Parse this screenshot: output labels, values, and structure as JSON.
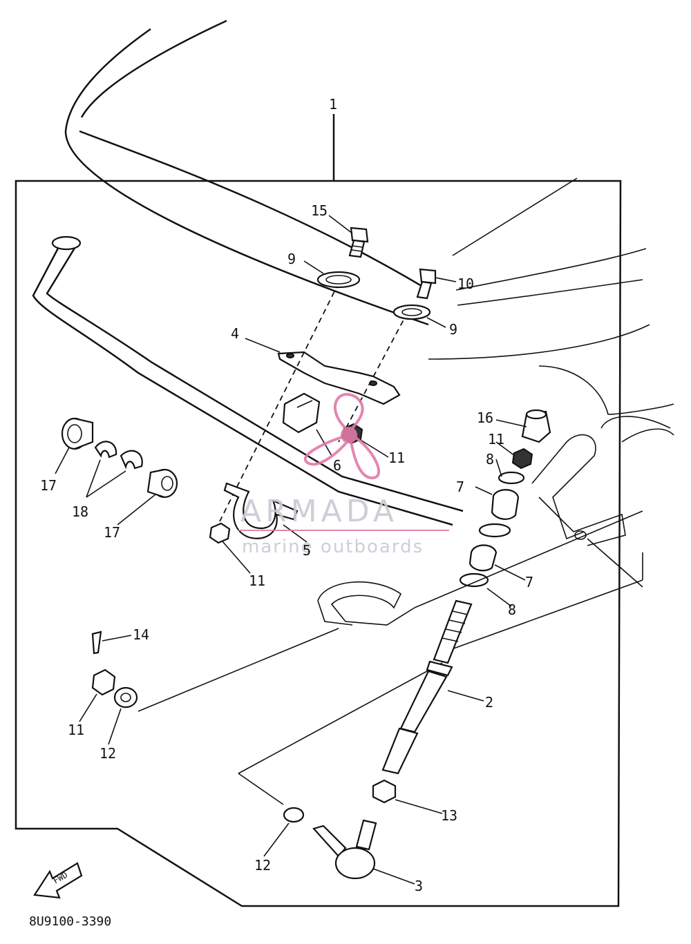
{
  "diagram_code": "8U9100-3390",
  "direction_label": "FWD",
  "watermark": {
    "brand": "ARMADA",
    "tagline": "marine outboards",
    "accent_color": "#e17aa8",
    "text_color": "#c9c9d4"
  },
  "callouts": {
    "c1": "1",
    "c15": "15",
    "c9a": "9",
    "c10": "10",
    "c9b": "9",
    "c4": "4",
    "c16": "16",
    "c11a": "11",
    "c8a": "8",
    "c7a": "7",
    "c6": "6",
    "c11b": "11",
    "c17a": "17",
    "c18": "18",
    "c17b": "17",
    "c5": "5",
    "c11c": "11",
    "c7b": "7",
    "c8b": "8",
    "c14": "14",
    "c2": "2",
    "c11d": "11",
    "c12a": "12",
    "c13": "13",
    "c12b": "12",
    "c3": "3"
  }
}
